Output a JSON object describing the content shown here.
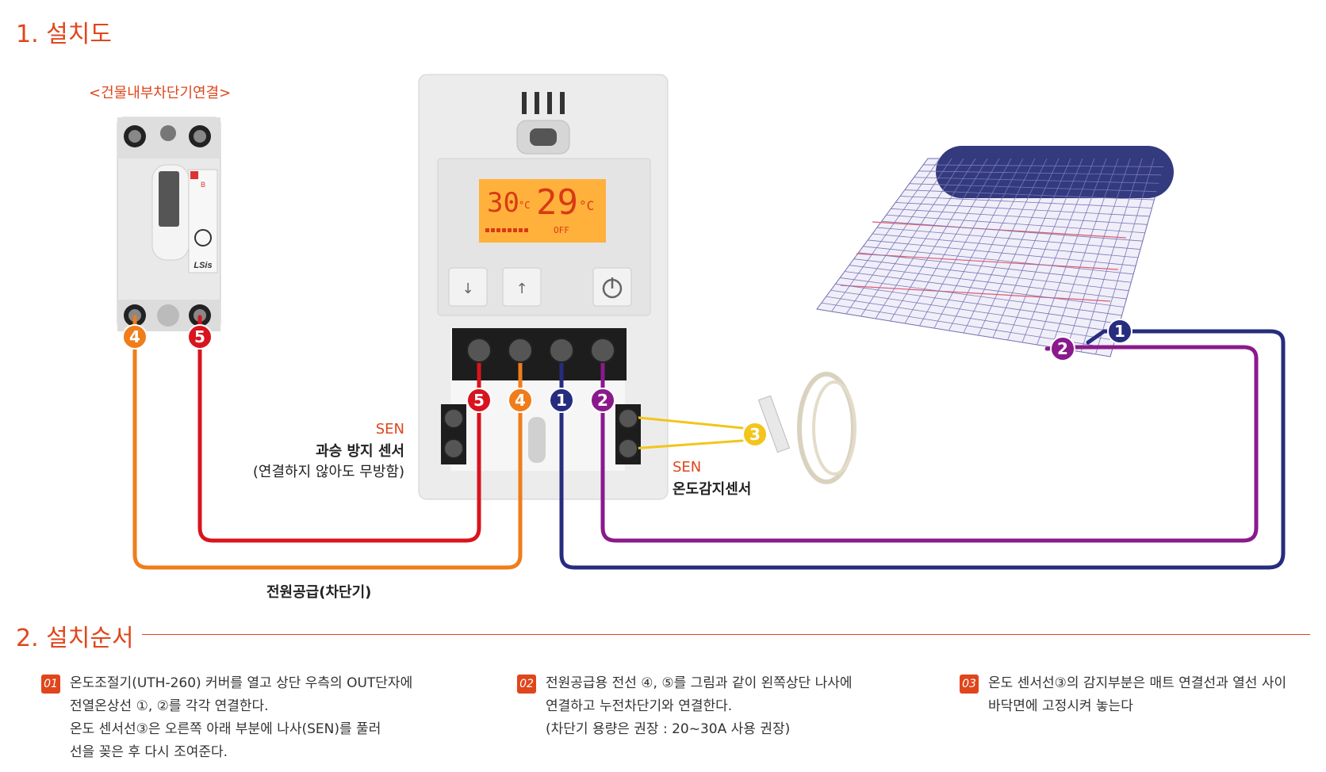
{
  "section1": {
    "title": "1. 설치도"
  },
  "breaker": {
    "caption": "<건물내부차단기연결>",
    "brand": "LSis"
  },
  "thermostat": {
    "display_set": "30",
    "display_cur": "29",
    "unit": "°C",
    "state": "OFF"
  },
  "labels": {
    "sen_left": "SEN",
    "overheat_sensor": "과승 방지 센서",
    "overheat_note": "(연결하지 않아도 무방함)",
    "sen_right": "SEN",
    "temp_sensor": "온도감지센서",
    "power_supply": "전원공급(차단기)"
  },
  "markers": [
    "1",
    "2",
    "3",
    "4",
    "5"
  ],
  "wire_colors": {
    "w1": "#262c7e",
    "w2": "#8a1a8c",
    "w3": "#f3c51c",
    "w4": "#ef7d1a",
    "w5": "#d8141e"
  },
  "section2": {
    "title": "2. 설치순서"
  },
  "steps": [
    {
      "num": "01",
      "lines": [
        "온도조절기(UTH-260) 커버를 열고 상단 우측의 OUT단자에",
        "전열온상선 ①, ②를 각각 연결한다.",
        "온도 센서선③은 오른쪽 아래 부분에 나사(SEN)를 풀러",
        "선을 꽂은 후 다시 조여준다."
      ]
    },
    {
      "num": "02",
      "lines": [
        "전원공급용 전선 ④, ⑤를 그림과 같이 왼쪽상단 나사에",
        "연결하고 누전차단기와 연결한다.",
        "(차단기 용량은 권장 : 20~30A 사용 권장)"
      ]
    },
    {
      "num": "03",
      "lines": [
        "온도 센서선③의 감지부분은 매트 연결선과 열선 사이",
        "바닥면에 고정시켜 놓는다"
      ]
    }
  ]
}
